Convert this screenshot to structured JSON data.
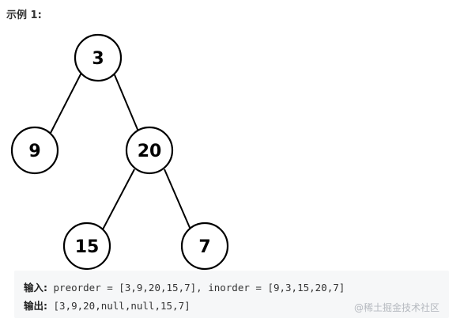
{
  "heading": "示例 1:",
  "tree": {
    "nodes": [
      {
        "id": "root",
        "label": "3"
      },
      {
        "id": "left",
        "label": "9"
      },
      {
        "id": "right",
        "label": "20"
      },
      {
        "id": "right-left",
        "label": "15"
      },
      {
        "id": "right-right",
        "label": "7"
      }
    ]
  },
  "code": {
    "input_label": "输入:",
    "input_value": " preorder = [3,9,20,15,7], inorder = [9,3,15,20,7]",
    "output_label": "输出:",
    "output_value": " [3,9,20,null,null,15,7]"
  },
  "watermark": "@稀土掘金技术社区"
}
